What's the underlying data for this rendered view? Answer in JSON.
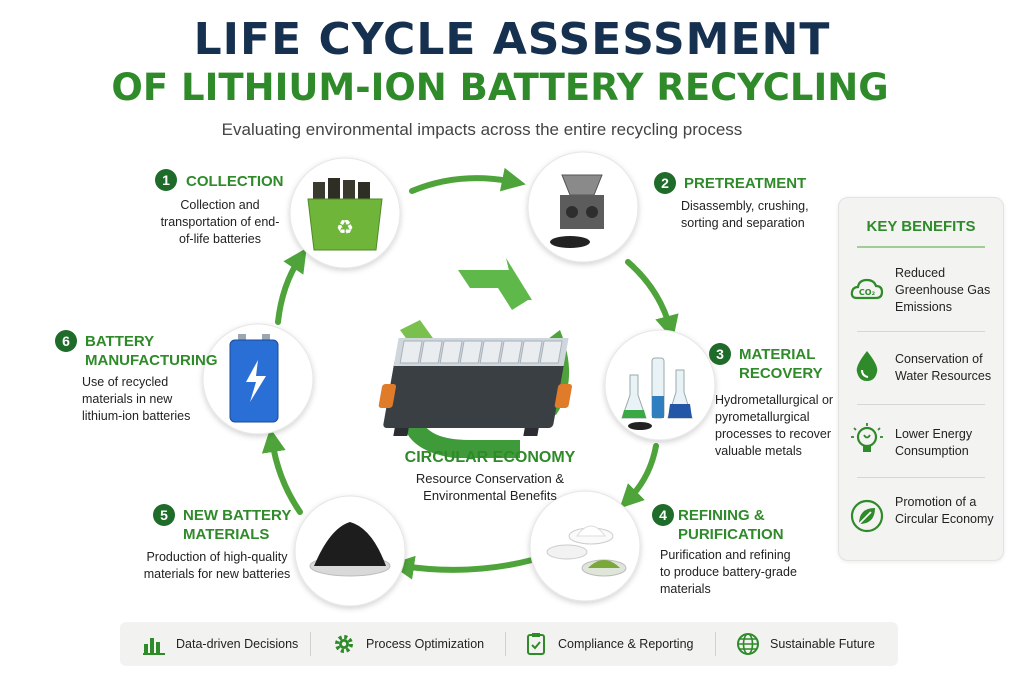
{
  "header": {
    "title_line1": "LIFE CYCLE ASSESSMENT",
    "title_line2": "OF LITHIUM-ION BATTERY RECYCLING",
    "subtitle": "Evaluating environmental impacts across the entire recycling process"
  },
  "stages": [
    {
      "number": "1",
      "title": "COLLECTION",
      "description": "Collection and transportation of end-of-life batteries",
      "icon": "recycling-bin-icon"
    },
    {
      "number": "2",
      "title": "PRETREATMENT",
      "description": "Disassembly, crushing, sorting and separation",
      "icon": "crusher-machine-icon"
    },
    {
      "number": "3",
      "title": "MATERIAL RECOVERY",
      "description": "Hydrometallurgical or pyrometallurgical processes to recover valuable metals",
      "icon": "lab-flasks-icon"
    },
    {
      "number": "4",
      "title": "REFINING & PURIFICATION",
      "description": "Purification and refining to produce battery-grade materials",
      "icon": "powder-bowls-icon"
    },
    {
      "number": "5",
      "title": "NEW BATTERY MATERIALS",
      "description": "Production of high-quality materials for new batteries",
      "icon": "black-powder-icon"
    },
    {
      "number": "6",
      "title": "BATTERY MANUFACTURING",
      "description": "Use of recycled materials in new lithium-ion batteries",
      "icon": "battery-cell-icon"
    }
  ],
  "center": {
    "title": "CIRCULAR ECONOMY",
    "description": "Resource Conservation & Environmental Benefits",
    "icon": "battery-pack-recycle-icon"
  },
  "key_benefits": {
    "title": "KEY BENEFITS",
    "items": [
      {
        "label": "Reduced Greenhouse Gas Emissions",
        "icon": "co2-cloud-icon"
      },
      {
        "label": "Conservation of Water Resources",
        "icon": "water-drop-icon"
      },
      {
        "label": "Lower Energy Consumption",
        "icon": "lightbulb-icon"
      },
      {
        "label": "Promotion of a Circular Economy",
        "icon": "leaf-cycle-icon"
      }
    ]
  },
  "bottom_bar": [
    {
      "label": "Data-driven Decisions",
      "icon": "bar-chart-icon"
    },
    {
      "label": "Process Optimization",
      "icon": "gear-icon"
    },
    {
      "label": "Compliance & Reporting",
      "icon": "clipboard-check-icon"
    },
    {
      "label": "Sustainable Future",
      "icon": "globe-icon"
    }
  ],
  "colors": {
    "navy": "#16304f",
    "green": "#2f8a2a",
    "dark_green": "#1f6b2a",
    "arrow_green": "#4ea43a"
  }
}
